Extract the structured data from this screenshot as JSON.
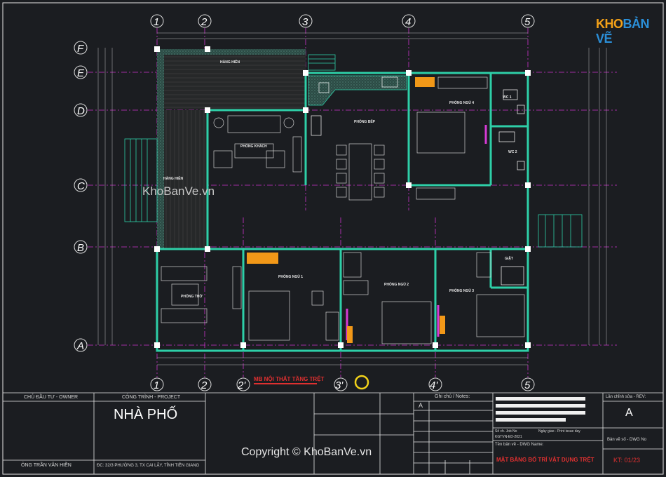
{
  "brand": {
    "logo_part1": "KHO",
    "logo_part2": "BẢN VẼ",
    "watermark_mid": "KhoBanVe.vn",
    "watermark_bottom": "Copyright © KhoBanVe.vn"
  },
  "grid": {
    "cols_top": [
      "1",
      "2",
      "3",
      "4",
      "5"
    ],
    "cols_bottom": [
      "1",
      "2",
      "2'",
      "3'",
      "4'",
      "5"
    ],
    "rows": [
      "F",
      "E",
      "D",
      "C",
      "B",
      "A"
    ]
  },
  "rooms": {
    "hien_top": "HÀNG HIÊN",
    "hien_left": "HÀNG HIÊN",
    "khach": "PHÒNG KHÁCH",
    "bep": "PHÒNG BẾP",
    "ngu4": "PHÒNG NGỦ 4",
    "wc1": "WC 1",
    "wc2": "WC 2",
    "tho": "PHÒNG THỜ",
    "ngu1": "PHÒNG NGỦ 1",
    "ngu2": "PHÒNG NGỦ 2",
    "ngu3": "PHÒNG NGỦ 3",
    "giat": "GIẶT"
  },
  "drawing_title": "MB NỘI THẤT TẦNG TRỆT",
  "title_block": {
    "owner_label": "CHỦ ĐẦU TƯ - OWNER",
    "owner_name": "ÔNG TRẦN VĂN HIỀN",
    "project_label": "CÔNG TRÌNH - PROJECT",
    "project_name": "NHÀ PHỐ",
    "address": "ĐC: 32/3 PHƯỜNG 3, TX CAI LẬY, TỈNH TIỀN GIANG",
    "notes_label": "Ghi chú / Notes:",
    "notes_rev": "A",
    "job_no_label": "Số ch. Job No",
    "job_no": "KGTVN-ED-2021",
    "date_label": "Ngày giao - Print issue day",
    "dwg_name_label": "Tên bản vẽ - DWG Name:",
    "dwg_name": "MẶT BẰNG BỐ TRÍ VẬT DỤNG TRỆT",
    "rev_label": "Lần chỉnh sửa - REV:",
    "rev": "A",
    "dwg_no_label": "Bản vẽ số - DWG No",
    "dwg_no": "KT: 01/23"
  },
  "colors": {
    "bg": "#1b1d21",
    "wall": "#2ecfa8",
    "grid": "#cc33cc",
    "dim": "#e0e0e0",
    "accent": "#f29818",
    "title_red": "#e03030"
  }
}
